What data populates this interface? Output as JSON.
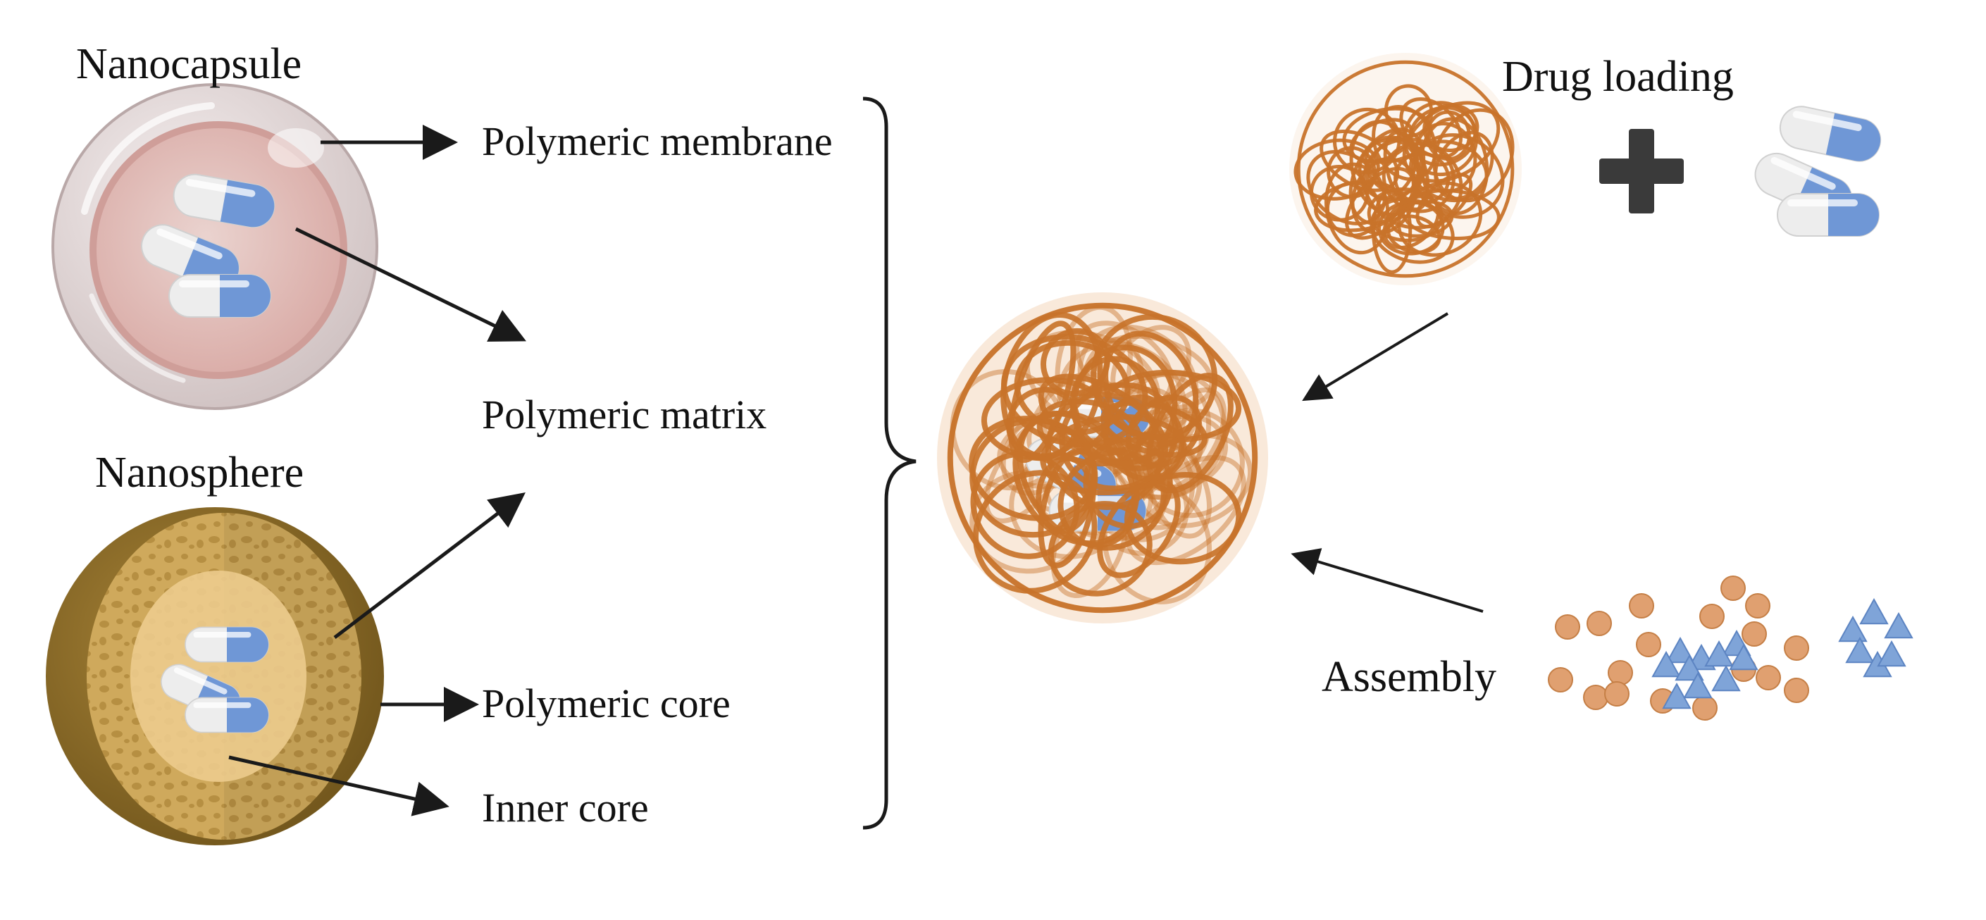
{
  "labels": {
    "nanocapsule": "Nanocapsule",
    "nanosphere": "Nanosphere",
    "polymeric_membrane": "Polymeric membrane",
    "polymeric_matrix": "Polymeric matrix",
    "polymeric_core": "Polymeric core",
    "inner_core": "Inner core",
    "drug_loading": "Drug loading",
    "assembly": "Assembly"
  },
  "icons": {
    "capsule": "drug-capsule-icon",
    "plus": "plus-icon",
    "brace": "curly-brace-icon",
    "polymer_ball": "polymer-coil-icon",
    "monomer_circle": "monomer-circle-icon",
    "monomer_triangle": "monomer-triangle-icon"
  },
  "colors": {
    "capsule_shell": "#e6dcdc",
    "capsule_membrane": "#e0b0ad",
    "sphere_shell": "#8a6a23",
    "sphere_body": "#caa558",
    "sphere_core": "#eac98d",
    "polymer": "#c8732a",
    "pill_blue": "#6f97d6",
    "pill_white": "#ededed",
    "triangle": "#7fa4d8",
    "circle": "#e0a070",
    "plus": "#3a3a3a"
  }
}
